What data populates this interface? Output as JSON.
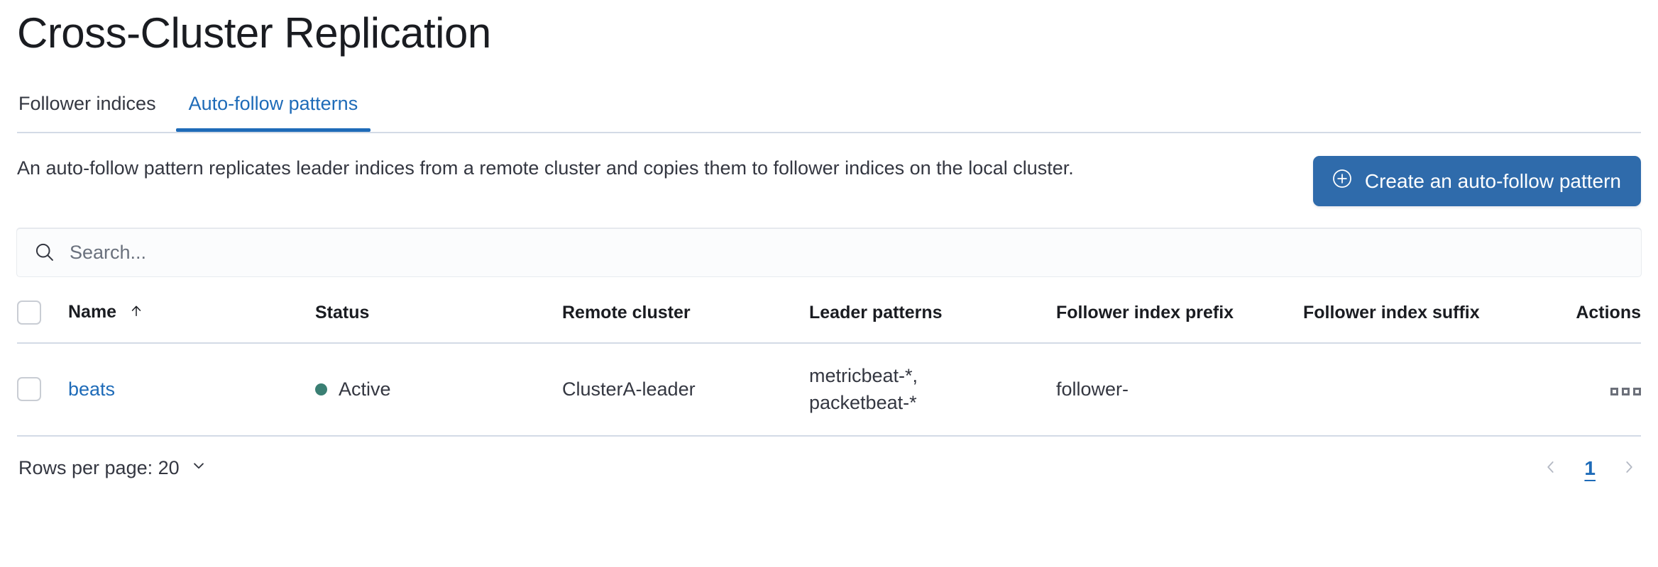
{
  "page": {
    "title": "Cross-Cluster Replication"
  },
  "tabs": [
    {
      "label": "Follower indices",
      "active": false
    },
    {
      "label": "Auto-follow patterns",
      "active": true
    }
  ],
  "description": "An auto-follow pattern replicates leader indices from a remote cluster and copies them to follower indices on the local cluster.",
  "actions": {
    "create_label": "Create an auto-follow pattern",
    "create_icon": "plus-in-circle-icon",
    "create_color": "#2f6bab"
  },
  "search": {
    "value": "",
    "placeholder": "Search...",
    "icon": "search-icon"
  },
  "table": {
    "columns": [
      {
        "key": "name",
        "label": "Name",
        "sorted": "asc",
        "sort_icon": "arrow-up-icon"
      },
      {
        "key": "status",
        "label": "Status"
      },
      {
        "key": "remote_cluster",
        "label": "Remote cluster"
      },
      {
        "key": "leader_patterns",
        "label": "Leader patterns"
      },
      {
        "key": "follower_index_prefix",
        "label": "Follower index prefix"
      },
      {
        "key": "follower_index_suffix",
        "label": "Follower index suffix"
      },
      {
        "key": "actions",
        "label": "Actions"
      }
    ],
    "rows": [
      {
        "name": "beats",
        "status": "Active",
        "status_color": "#3a7f73",
        "remote_cluster": "ClusterA-leader",
        "leader_patterns_line1": "metricbeat-*,",
        "leader_patterns_line2": "packetbeat-*",
        "follower_index_prefix": "follower-",
        "follower_index_suffix": "",
        "actions_icon": "ellipsis-horizontal-icon"
      }
    ]
  },
  "footer": {
    "rows_per_page_label": "Rows per page: 20",
    "rows_per_page_icon": "chevron-down-icon",
    "prev_icon": "chevron-left-icon",
    "next_icon": "chevron-right-icon",
    "current_page": "1"
  }
}
